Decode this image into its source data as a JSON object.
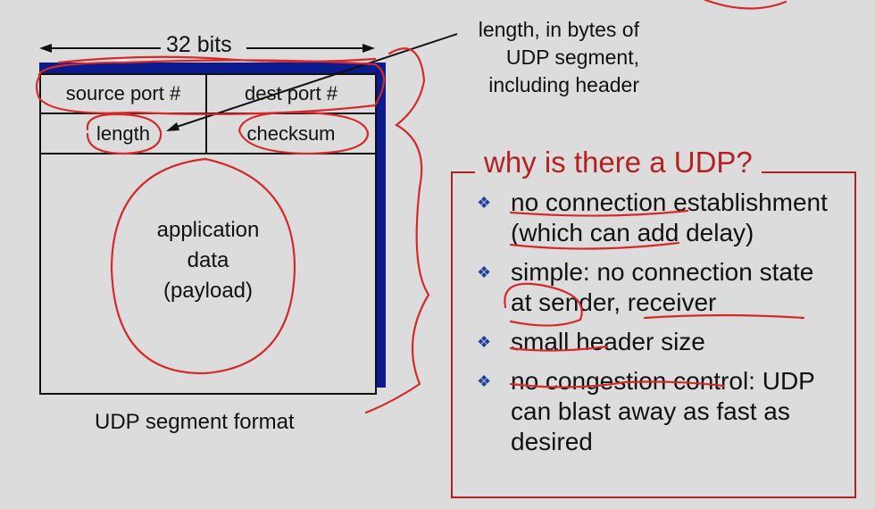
{
  "diagram": {
    "bits_label": "32 bits",
    "fields": {
      "source_port": "source port #",
      "dest_port": "dest port #",
      "length": "length",
      "checksum": "checksum"
    },
    "payload_lines": [
      "application",
      "data",
      "(payload)"
    ],
    "caption": "UDP segment format",
    "length_note_lines": [
      "length, in bytes of",
      "UDP segment,",
      "including header"
    ]
  },
  "why_udp": {
    "title": "why is there a UDP?",
    "bullets": [
      "no connection establishment (which can add delay)",
      "simple: no connection state at sender, receiver",
      "small header size",
      "no congestion control: UDP can blast away as fast as desired"
    ]
  },
  "colors": {
    "annotation": "#d42a2a",
    "header_bar": "#0b1a8c",
    "bullet": "#1f3f9c"
  }
}
